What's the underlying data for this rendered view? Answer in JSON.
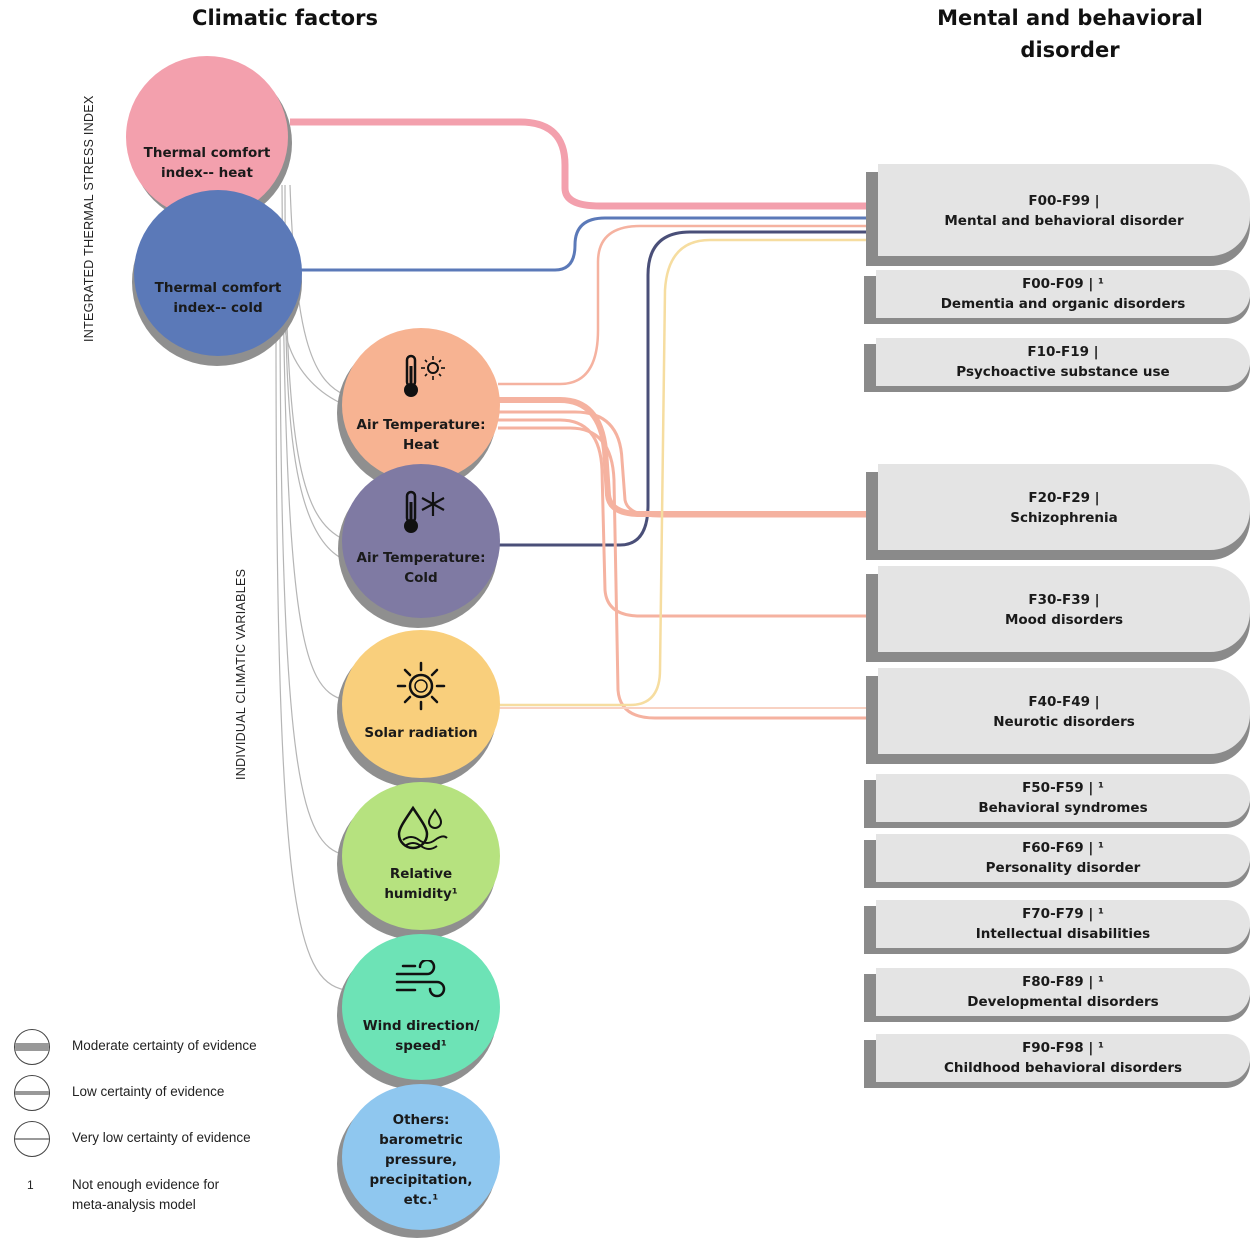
{
  "headers": {
    "left": "Climatic factors",
    "right_line1": "Mental and behavioral",
    "right_line2": "disorder"
  },
  "side_labels": {
    "integrated": "INTEGRATED THERMAL STRESS INDEX",
    "individual": "INDIVIDUAL CLIMATIC VARIABLES"
  },
  "factors": [
    {
      "id": "heat-index",
      "line1": "Thermal comfort",
      "line2": "index-- heat",
      "color": "#f3a0ad",
      "icon": "none"
    },
    {
      "id": "cold-index",
      "line1": "Thermal comfort",
      "line2": "index-- cold",
      "color": "#5b79b8",
      "icon": "none"
    },
    {
      "id": "air-heat",
      "line1": "Air Temperature:",
      "line2": "Heat",
      "color": "#f7b392",
      "icon": "thermometer-sun-icon"
    },
    {
      "id": "air-cold",
      "line1": "Air Temperature:",
      "line2": "Cold",
      "color": "#7f7aa3",
      "icon": "thermometer-snow-icon"
    },
    {
      "id": "solar",
      "line1": "Solar radiation",
      "line2": "",
      "color": "#f9cf7c",
      "icon": "sun-icon"
    },
    {
      "id": "humidity",
      "line1": "Relative",
      "line2": "humidity¹",
      "color": "#b6e27f",
      "icon": "humidity-drops-icon"
    },
    {
      "id": "wind",
      "line1": "Wind direction/",
      "line2": "speed¹",
      "color": "#6de3b6",
      "icon": "wind-icon"
    },
    {
      "id": "others",
      "line1": "Others:",
      "line2": "barometric",
      "line3": "pressure,",
      "line4": "precipitation,",
      "line5": "etc.¹",
      "color": "#8fc7ef",
      "icon": "none"
    }
  ],
  "disorders": [
    {
      "code": "F00-F99 |",
      "label": "Mental and behavioral disorder"
    },
    {
      "code": "F00-F09 | ¹",
      "label": "Dementia and organic disorders"
    },
    {
      "code": "F10-F19 |",
      "label": "Psychoactive substance use"
    },
    {
      "code": "F20-F29 |",
      "label": "Schizophrenia"
    },
    {
      "code": "F30-F39 |",
      "label": "Mood disorders"
    },
    {
      "code": "F40-F49 |",
      "label": "Neurotic disorders"
    },
    {
      "code": "F50-F59 | ¹",
      "label": "Behavioral syndromes"
    },
    {
      "code": "F60-F69 | ¹",
      "label": "Personality disorder"
    },
    {
      "code": "F70-F79 | ¹",
      "label": "Intellectual disabilities"
    },
    {
      "code": "F80-F89 | ¹",
      "label": "Developmental disorders"
    },
    {
      "code": "F90-F98 | ¹",
      "label": "Childhood behavioral disorders"
    }
  ],
  "legend": {
    "moderate": "Moderate certainty of evidence",
    "low": "Low certainty of evidence",
    "very_low": "Very low certainty of evidence",
    "footnote_mark": "1",
    "footnote_line1": "Not enough evidence for",
    "footnote_line2": "meta-analysis model"
  },
  "colors": {
    "pink": "#f3a0ad",
    "blue": "#5b79b8",
    "navy": "#4a4f78",
    "salmon": "#f5b2a0",
    "yellow": "#f6dda0",
    "grey_line": "#b5b5b5"
  }
}
